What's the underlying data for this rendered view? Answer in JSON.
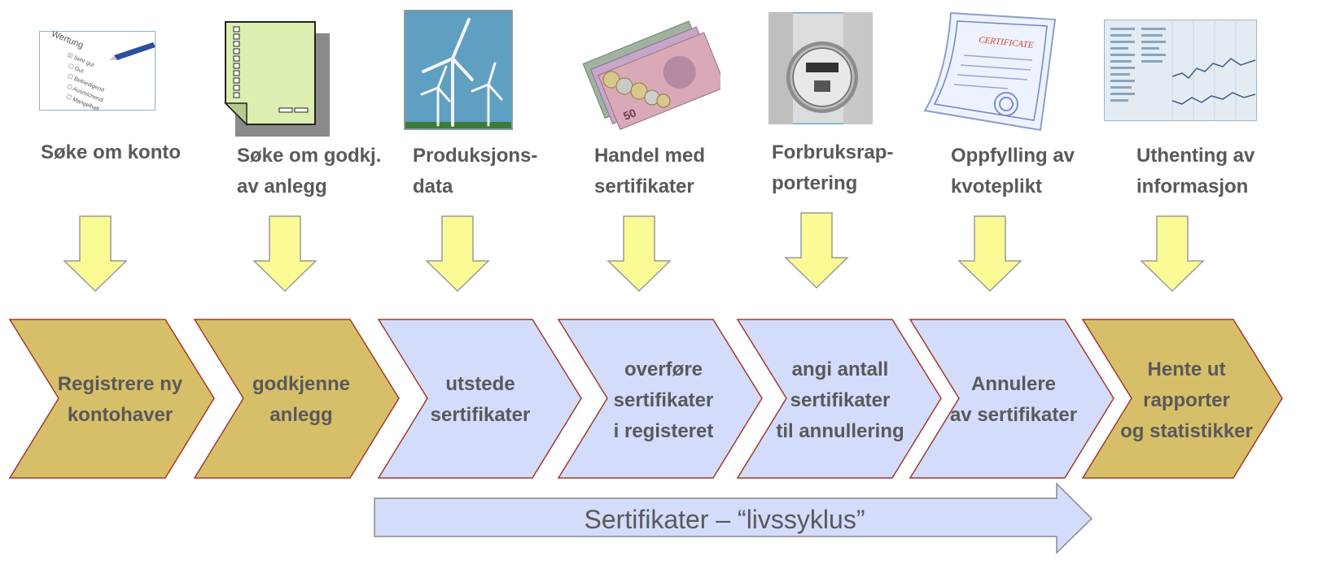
{
  "stages": [
    {
      "label": "Søke om konto",
      "icon": "checklist-form-icon"
    },
    {
      "label": "Søke om godkj.\nav anlegg",
      "icon": "document-checklist-icon"
    },
    {
      "label": "Produksjons-\ndata",
      "icon": "wind-turbines-icon"
    },
    {
      "label": "Handel med\nsertifikater",
      "icon": "banknotes-coins-icon"
    },
    {
      "label": "Forbruksrap-\nportering",
      "icon": "electricity-meter-icon"
    },
    {
      "label": "Oppfylling av\nkvoteplikt",
      "icon": "certificate-icon"
    },
    {
      "label": "Uthenting av\ninformasjon",
      "icon": "stock-chart-icon"
    }
  ],
  "certificate_text": "CERTIFICATE",
  "steps": [
    {
      "label": "Registrere ny\nkontohaver",
      "color": "#d7bf6a"
    },
    {
      "label": "godkjenne\nanlegg",
      "color": "#d7bf6a"
    },
    {
      "label": "utstede\nsertifikater",
      "color": "#d3dcfb"
    },
    {
      "label": "overføre\nsertifikater\ni registeret",
      "color": "#d3dcfb"
    },
    {
      "label": "angi antall\nsertifikater\ntil annullering",
      "color": "#d3dcfb"
    },
    {
      "label": "Annulere\nav sertifikater",
      "color": "#d3dcfb"
    },
    {
      "label": "Hente ut\nrapporter\nog statistikker",
      "color": "#d7bf6a"
    }
  ],
  "colors": {
    "gold": "#d7bf6a",
    "lavender": "#d3dcfb",
    "chevron_outline": "#a23a2a",
    "arrow_yellow": "#fafb95",
    "text": "#595959"
  },
  "lifecycle": {
    "label": "Sertifikater – “livssyklus”"
  }
}
